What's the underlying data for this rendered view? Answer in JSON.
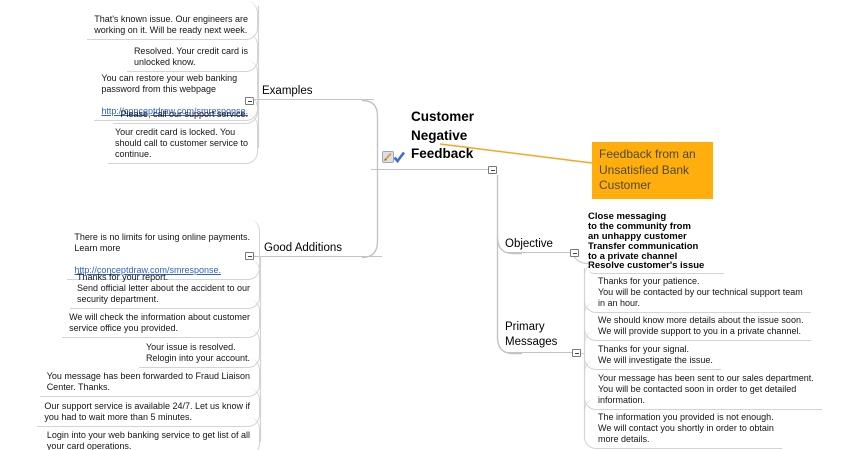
{
  "root": {
    "title": "Customer Negative Feedback",
    "icons": [
      "note-pencil-icon",
      "check-icon"
    ]
  },
  "callout": {
    "text": "Feedback from an Unsatisfied Bank Customer",
    "bg_color": "#FFAE0D",
    "text_color": "#4b4b2e"
  },
  "branches": {
    "examples": {
      "label": "Examples",
      "items": [
        {
          "text": "That's known issue. Our engineers are\nworking on it. Will be ready next week."
        },
        {
          "text": "Resolved. Your credit card is\nunlocked know."
        },
        {
          "text": "You can restore your web banking\npassword from this webpage",
          "link": "http://conceptdraw.com/smresponse."
        },
        {
          "text": "Please, call our support service."
        },
        {
          "text": "Your credit card is locked. You\nshould call to customer service to\ncontinue."
        }
      ]
    },
    "good_additions": {
      "label": "Good Additions",
      "items": [
        {
          "text": "There is no limits for using online payments.\nLearn more",
          "link": "http://conceptdraw.com/smresponse."
        },
        {
          "text": "Thanks for your report.\nSend official letter about the accident to our\nsecurity department."
        },
        {
          "text": "We will check the information about customer\nservice office you provided."
        },
        {
          "text": "Your issue is resolved.\nRelogin into your account."
        },
        {
          "text": "You message has been forwarded to Fraud Liaison\nCenter. Thanks."
        },
        {
          "text": "Our support service is available 24/7. Let us know if\nyou had to wait more than 5 minutes."
        },
        {
          "text": "Login into your web banking service to get list of all\nyour card operations."
        }
      ]
    },
    "objective": {
      "label": "Objective",
      "items": [
        {
          "text": "Close messaging\nto the community from\nan unhappy customer\nTransfer communication\nto a private channel\nResolve customer's issue"
        }
      ]
    },
    "primary_messages": {
      "label": "Primary Messages",
      "items": [
        {
          "text": "Thanks for your patience.\nYou will be contacted by our technical support team\nin an hour."
        },
        {
          "text": "We should know more details about the issue soon.\nWe will provide support to you in a private channel."
        },
        {
          "text": "Thanks for your signal.\nWe will investigate the issue."
        },
        {
          "text": "Your message has been sent to our sales department.\nYou will be contacted soon in order to get detailed\ninformation."
        },
        {
          "text": "The information you provided is not enough.\nWe will contact you shortly in order to obtain\nmore details."
        }
      ]
    }
  },
  "colors": {
    "connector_gray": "#c4c4c4",
    "bubble_border": "#d3d3d3",
    "accent_orange": "#FFAE0D",
    "callout_line_orange": "#F5A623",
    "link_blue": "#2e62c9"
  }
}
